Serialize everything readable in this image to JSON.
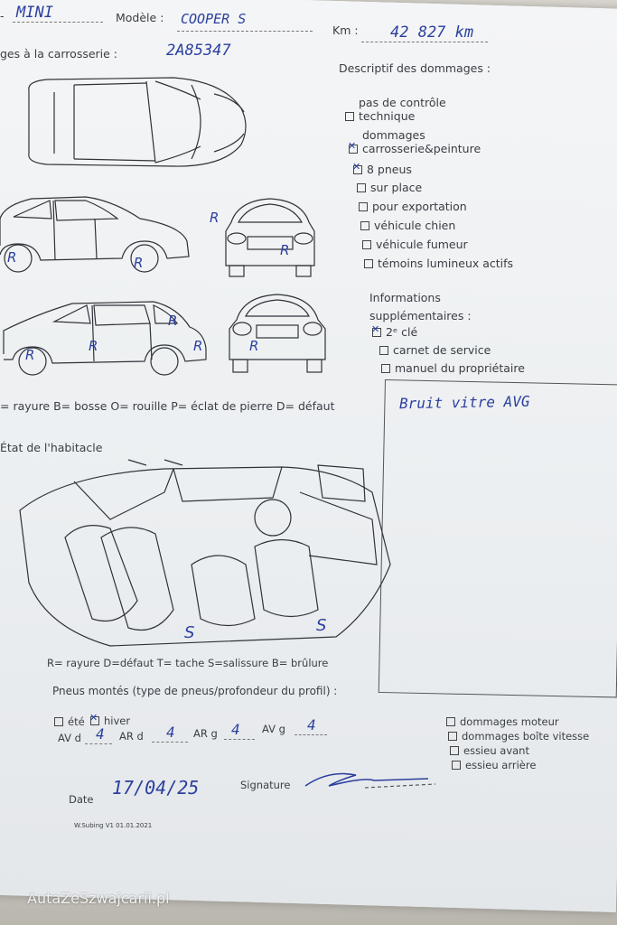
{
  "header": {
    "brand_value": "MINI",
    "model_label": "Modèle :",
    "model_value": "COOPER S",
    "km_label": "Km :",
    "km_value": "42 827 km",
    "body_damage_label": "ges à la carrosserie :",
    "body_code_value": "2A85347"
  },
  "damage_description": {
    "title": "Descriptif des dommages :",
    "items": [
      {
        "label": "pas de contrôle technique",
        "checked": false
      },
      {
        "label": "dommages carrosserie&peinture",
        "checked": true
      },
      {
        "label": "8 pneus",
        "checked": true
      },
      {
        "label": "sur place",
        "checked": false
      },
      {
        "label": "pour exportation",
        "checked": false
      },
      {
        "label": "véhicule chien",
        "checked": false
      },
      {
        "label": "véhicule fumeur",
        "checked": false
      },
      {
        "label": "témoins lumineux actifs",
        "checked": false
      }
    ]
  },
  "additional_info": {
    "title": "Informations supplémentaires :",
    "items": [
      {
        "label": "2ᵉ clé",
        "checked": true
      },
      {
        "label": "carnet de service",
        "checked": false
      },
      {
        "label": "manuel du propriétaire",
        "checked": false
      }
    ],
    "notes_value": "Bruit vitre AVG"
  },
  "body_legend": "= rayure B= bosse O= rouille P= éclat de pierre D= défaut",
  "interior_title": "État de l'habitacle",
  "interior_legend": "R= rayure D=défaut T= tache S=salissure B= brûlure",
  "tires": {
    "label": "Pneus montés (type de pneus/profondeur du profil) :",
    "summer_label": "été",
    "summer_checked": false,
    "winter_label": "hiver",
    "winter_checked": true,
    "av_d_label": "AV d",
    "av_d_value": "4",
    "ar_d_label": "AR d",
    "ar_d_value": "4",
    "ar_g_label": "AR g",
    "ar_g_value": "4",
    "av_g_label": "AV g",
    "av_g_value": "4"
  },
  "mechanical": {
    "items": [
      {
        "label": "dommages moteur",
        "checked": false
      },
      {
        "label": "dommages boîte vitesse",
        "checked": false
      },
      {
        "label": "essieu avant",
        "checked": false
      },
      {
        "label": "essieu arrière",
        "checked": false
      }
    ]
  },
  "footer": {
    "date_label": "Date",
    "date_value": "17/04/25",
    "signature_label": "Signature",
    "version_text": "W.Subing V1 01.01.2021"
  },
  "marks": {
    "r": "R",
    "s": "S"
  },
  "watermark": "AutaZeSzwajcarii.pl"
}
